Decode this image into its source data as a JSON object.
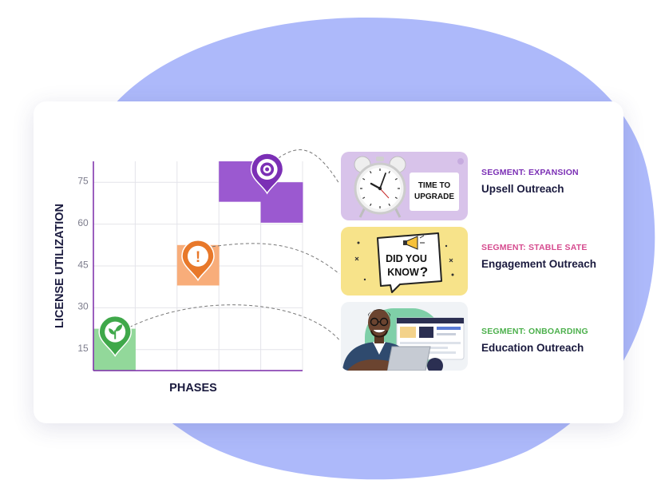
{
  "chart_data": {
    "type": "bar",
    "xlabel": "PHASES",
    "ylabel": "LICENSE UTILIZATION",
    "y_ticks": [
      15,
      30,
      45,
      60,
      75
    ],
    "ylim": [
      7,
      82
    ],
    "grid": true,
    "columns": 5,
    "bars": [
      {
        "segment": "onboarding",
        "col": 0,
        "y0": 7,
        "y1": 22,
        "color": "#92d89a"
      },
      {
        "segment": "stable",
        "col": 2,
        "y0": 37.5,
        "y1": 52,
        "color": "#f8ad7a"
      },
      {
        "segment": "expansion",
        "col": 3,
        "y0": 67.5,
        "y1": 82,
        "color": "#9b59d0"
      },
      {
        "segment": "expansion",
        "col": 4,
        "y0": 60,
        "y1": 74.5,
        "color": "#9b59d0"
      }
    ]
  },
  "pins": [
    {
      "segment": "onboarding",
      "icon": "sprout-icon",
      "color": "#3fa84a"
    },
    {
      "segment": "stable",
      "icon": "exclamation-icon",
      "glyph": "!",
      "color": "#e8782a"
    },
    {
      "segment": "expansion",
      "icon": "target-icon",
      "color": "#7b2fb5"
    }
  ],
  "segments": [
    {
      "label": "SEGMENT: EXPANSION",
      "title": "Upsell Outreach",
      "color": "#7b2fb5",
      "image_text": [
        "TIME TO",
        "UPGRADE"
      ]
    },
    {
      "label": "SEGMENT: STABLE SATE",
      "title": "Engagement Outreach",
      "color": "#d64b8f",
      "image_text": [
        "DID YOU",
        "KNOW",
        "?"
      ]
    },
    {
      "label": "SEGMENT: ONBOARDING",
      "title": "Education Outreach",
      "color": "#4cb04c"
    }
  ],
  "colors": {
    "blob": "#adb9fa",
    "axis": "#7a2aa8",
    "grid": "#e4e4ea",
    "text_dark": "#1a1a3e",
    "tick_text": "#7c7c8c"
  }
}
